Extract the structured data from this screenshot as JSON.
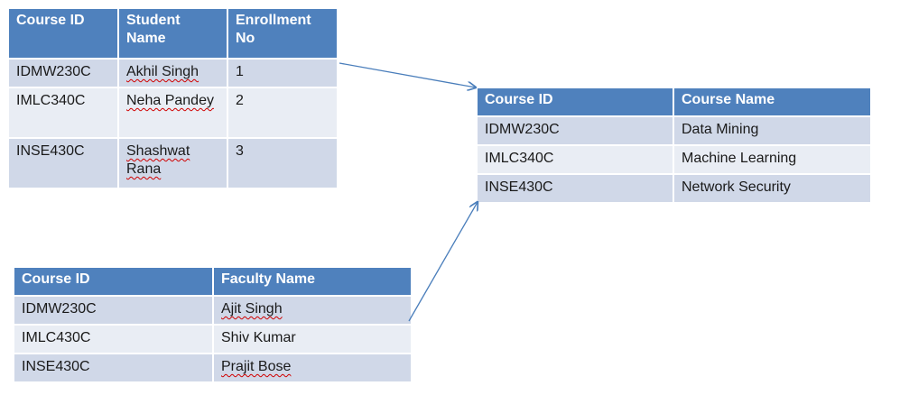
{
  "enrollment_table": {
    "headers": [
      "Course ID",
      "Student Name",
      "Enrollment No"
    ],
    "rows": [
      [
        "IDMW230C",
        "Akhil Singh",
        "1"
      ],
      [
        "IMLC340C",
        "Neha Pandey",
        "2"
      ],
      [
        "INSE430C",
        "Shashwat Rana",
        "3"
      ]
    ]
  },
  "course_table": {
    "headers": [
      "Course ID",
      "Course Name"
    ],
    "rows": [
      [
        "IDMW230C",
        "Data Mining"
      ],
      [
        "IMLC340C",
        "Machine Learning"
      ],
      [
        "INSE430C",
        "Network Security"
      ]
    ]
  },
  "faculty_table": {
    "headers": [
      "Course ID",
      "Faculty Name"
    ],
    "rows": [
      [
        "IDMW230C",
        "Ajit Singh"
      ],
      [
        "IMLC430C",
        "Shiv Kumar"
      ],
      [
        "INSE430C",
        "Prajit Bose"
      ]
    ]
  },
  "colors": {
    "header_bg": "#4f81bd",
    "row_dark": "#d0d8e8",
    "row_light": "#e9edf4",
    "arrow": "#4a7ebb"
  }
}
